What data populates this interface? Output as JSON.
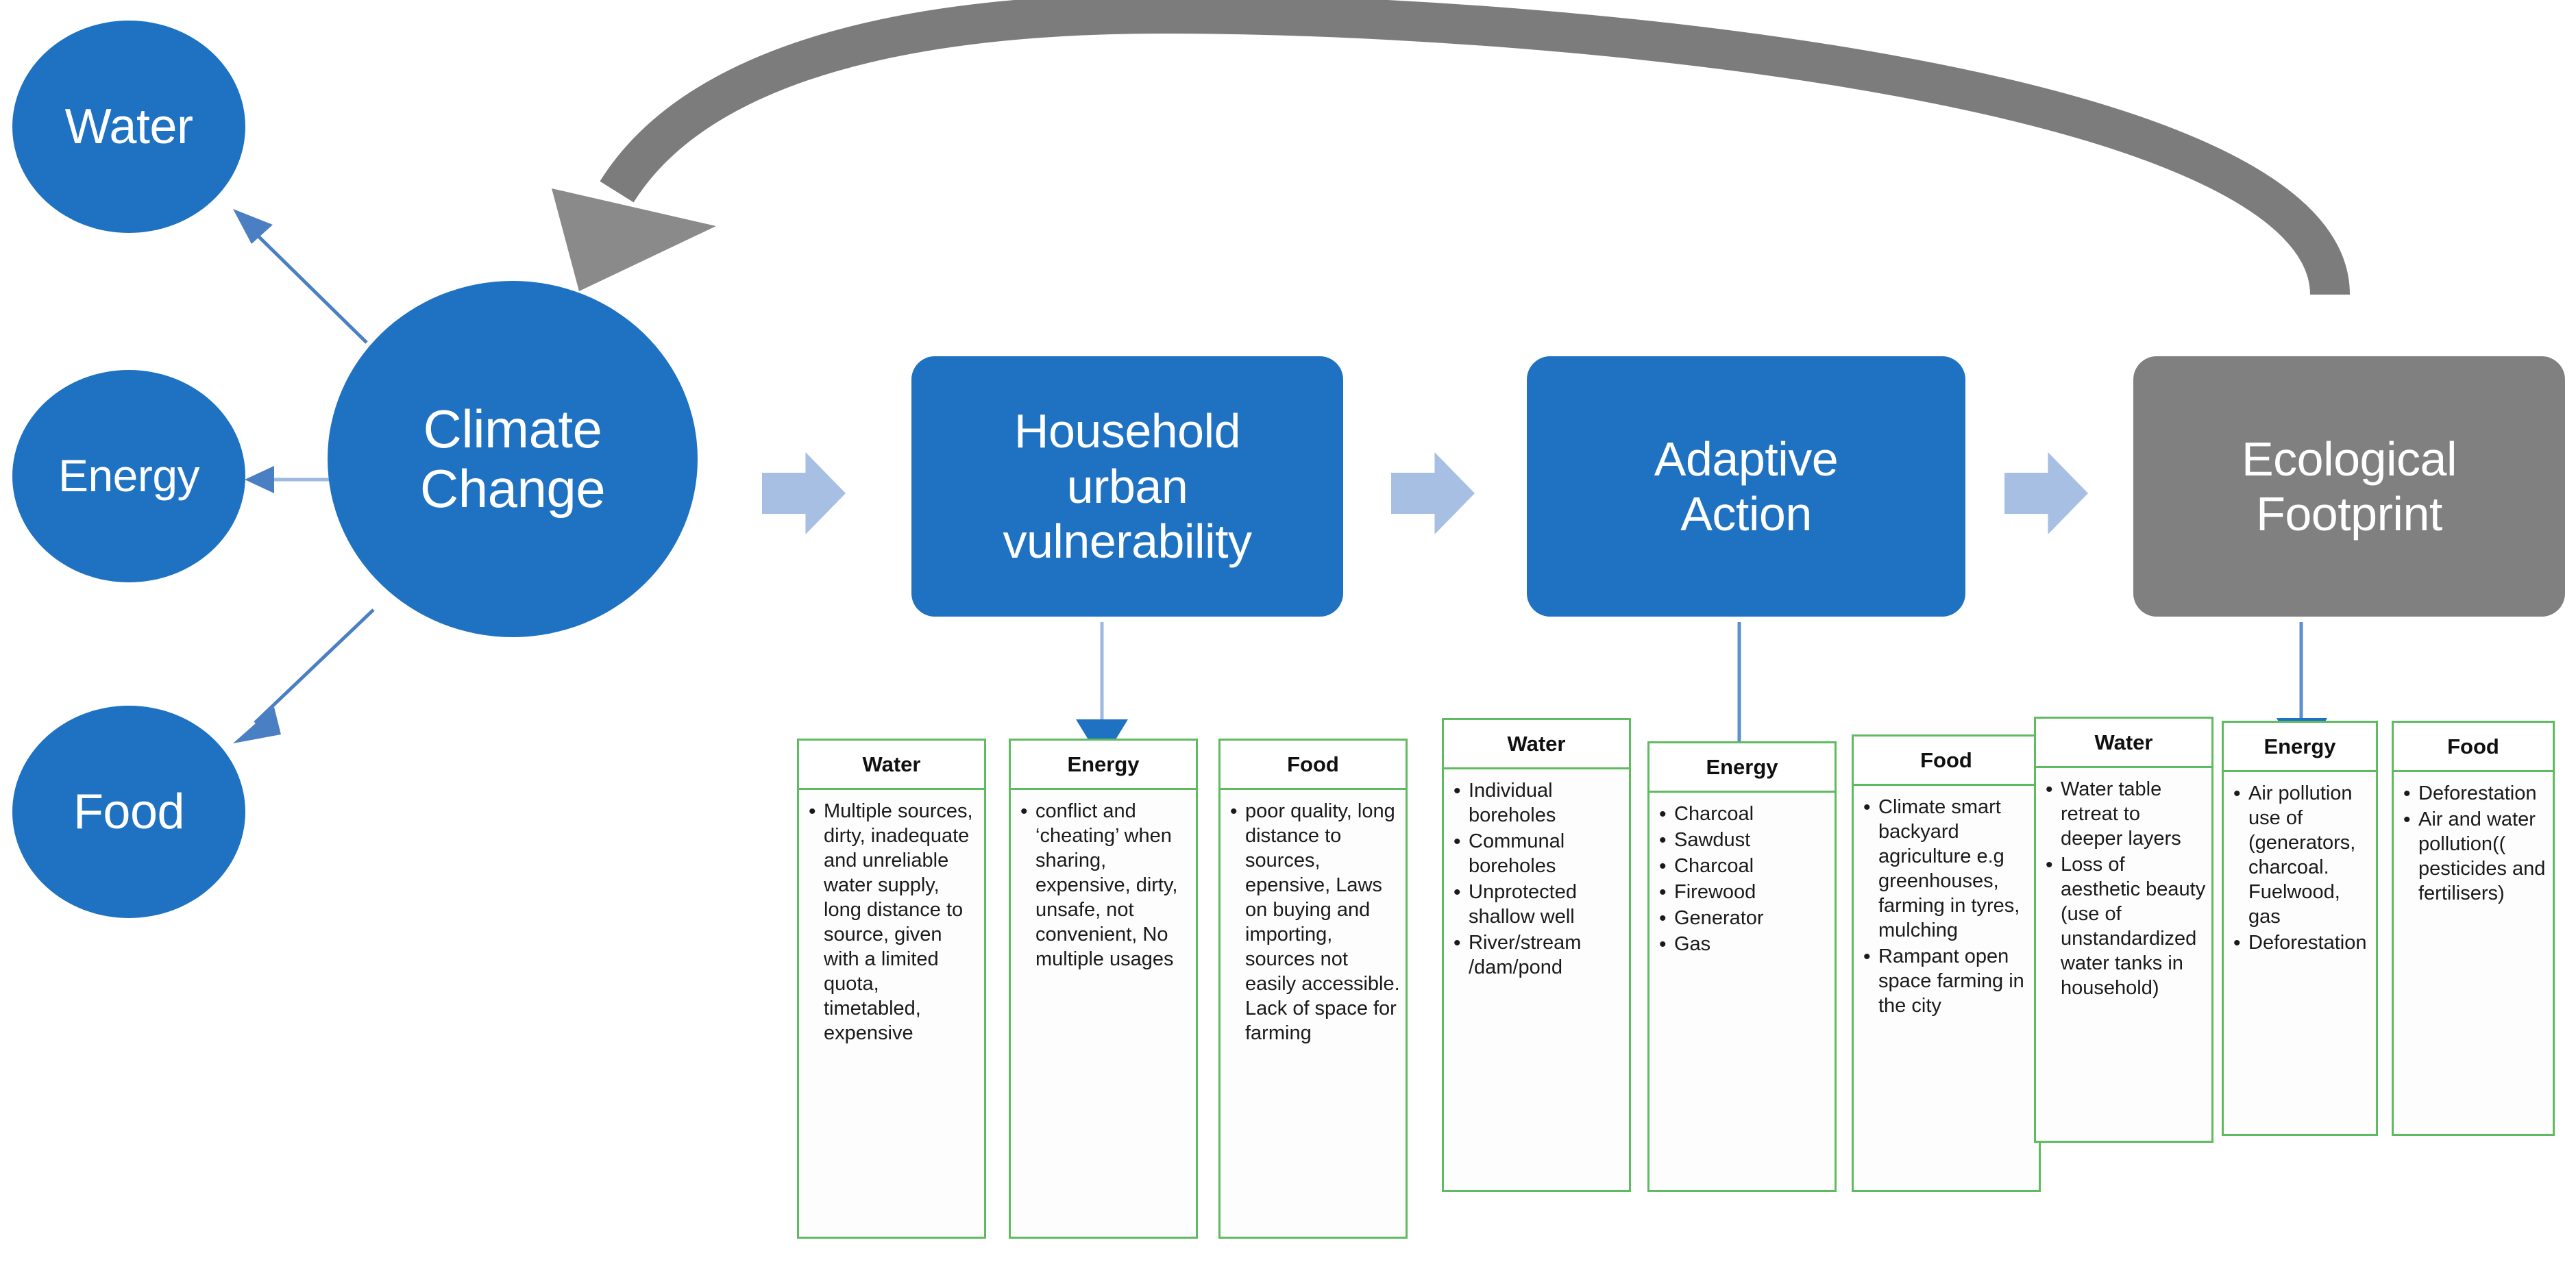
{
  "diagram": {
    "title": "Climate Change to Ecological Footprint flow diagram",
    "colors": {
      "primary_blue": "#1F72C2",
      "gray": "#808080",
      "light_blue_arrow": "#A8BFE4",
      "green_box_border": "#5FBB5F",
      "connector_blue": "#3C78C8"
    }
  },
  "nodes": {
    "water_circle": "Water",
    "energy_circle": "Energy",
    "food_circle": "Food",
    "climate_change": "Climate\nChange",
    "climate_change_line1": "Climate",
    "climate_change_line2": "Change"
  },
  "stages": [
    {
      "id": "household-urban-vulnerability",
      "label_line1": "Household",
      "label_line2": "urban",
      "label_line3": "vulnerability",
      "style": "blue"
    },
    {
      "id": "adaptive-action",
      "label_line1": "Adaptive",
      "label_line2": "Action",
      "style": "blue"
    },
    {
      "id": "ecological-footprint",
      "label_line1": "Ecological",
      "label_line2": "Footprint",
      "style": "gray"
    }
  ],
  "categories": [
    {
      "group": "household-urban-vulnerability",
      "header": "Water",
      "items": [
        "Multiple sources, dirty, inadequate and unreliable water supply, long distance to source, given with a limited quota, timetabled, expensive"
      ]
    },
    {
      "group": "household-urban-vulnerability",
      "header": "Energy",
      "items": [
        "conflict and ‘cheating’ when sharing, expensive, dirty, unsafe, not convenient, No multiple usages"
      ]
    },
    {
      "group": "household-urban-vulnerability",
      "header": "Food",
      "items": [
        "poor quality, long distance to sources, epensive, Laws on buying and importing, sources not easily accessible. Lack of space for farming"
      ]
    },
    {
      "group": "adaptive-action",
      "header": "Water",
      "items": [
        "Individual boreholes",
        "Communal boreholes",
        "Unprotected shallow well",
        "River/stream /dam/pond"
      ]
    },
    {
      "group": "adaptive-action",
      "header": "Energy",
      "items": [
        "Charcoal",
        "Sawdust",
        "Charcoal",
        "Firewood",
        "Generator",
        "Gas"
      ]
    },
    {
      "group": "adaptive-action",
      "header": "Food",
      "items": [
        "Climate smart backyard agriculture e.g greenhouses, farming in tyres, mulching",
        "Rampant open space farming in the city"
      ]
    },
    {
      "group": "ecological-footprint",
      "header": "Water",
      "items": [
        "Water table retreat to deeper layers",
        "Loss of aesthetic beauty (use of unstandardized water tanks in household)"
      ]
    },
    {
      "group": "ecological-footprint",
      "header": "Energy",
      "items": [
        "Air pollution use of (generators, charcoal. Fuelwood, gas",
        "Deforestation"
      ]
    },
    {
      "group": "ecological-footprint",
      "header": "Food",
      "items": [
        "Deforestation",
        "Air and water pollution(( pesticides and fertilisers)"
      ]
    }
  ],
  "connectors": {
    "feedback_arrow": "ecological-footprint-back-to-climate-change",
    "climate_to_water": "climate-change-to-water",
    "climate_to_energy": "climate-change-to-energy",
    "climate_to_food": "climate-change-to-food"
  }
}
